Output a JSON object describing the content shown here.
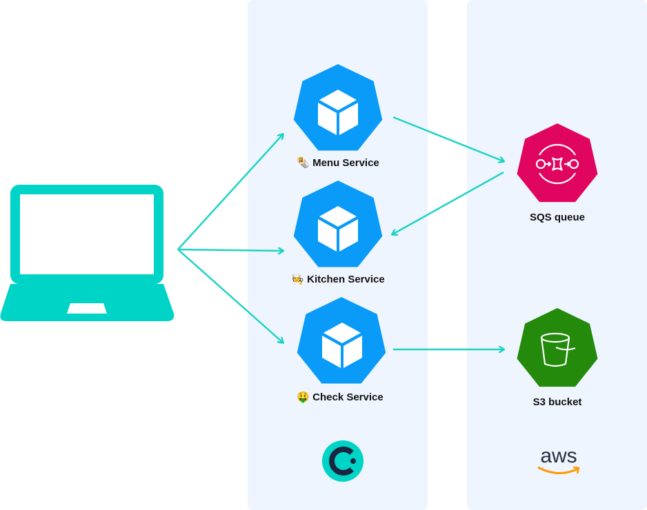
{
  "nodes": {
    "menu": {
      "emoji": "🌯",
      "label": "Menu Service",
      "icon": "cube-icon",
      "color": "#0a9bf9"
    },
    "kitchen": {
      "emoji": "🧑‍🍳",
      "label": "Kitchen Service",
      "icon": "cube-icon",
      "color": "#0a9bf9"
    },
    "check": {
      "emoji": "🤑",
      "label": "Check Service",
      "icon": "cube-icon",
      "color": "#0a9bf9"
    },
    "sqs": {
      "label": "SQS queue",
      "icon": "sqs-queue-icon",
      "color": "#e0055f"
    },
    "s3": {
      "label": "S3 bucket",
      "icon": "bucket-icon",
      "color": "#238a0b"
    }
  },
  "logos": {
    "left": "cyclops-logo",
    "right": "aws"
  },
  "colors": {
    "arrow": "#1dd3c4",
    "panel": "#eff5fe",
    "laptop": "#00d4c6"
  }
}
